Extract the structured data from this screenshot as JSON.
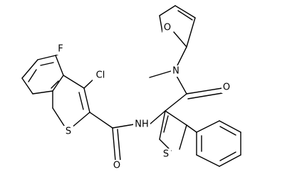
{
  "diagram": {
    "kind": "chemical-structure",
    "colors": {
      "bond": "#000000",
      "label": "#000000",
      "background": "#ffffff"
    },
    "atom_labels": {
      "F": "F",
      "Cl": "Cl",
      "S_benzothiophene": "S",
      "NH": "NH",
      "O_amide_left": "O",
      "N_methyl": "N",
      "O_furan": "O",
      "O_amide_right": "O",
      "S_thiophene": "S"
    }
  }
}
